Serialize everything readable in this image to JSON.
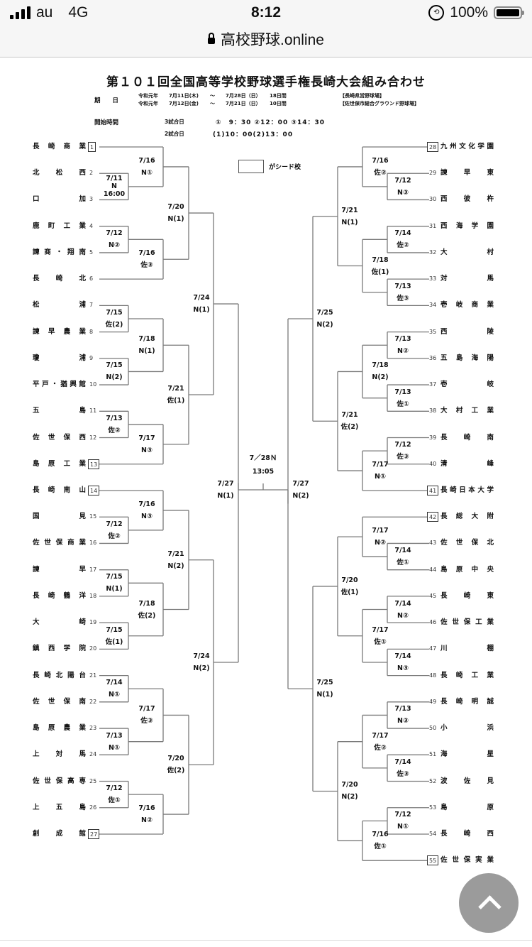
{
  "status_bar": {
    "carrier": "au",
    "network": "4G",
    "time": "8:12",
    "battery": "100%",
    "url": "高校野球.online"
  },
  "document": {
    "title": "第１０１回全国高等学校野球選手権長崎大会組み合わせ",
    "period_label": "期　　日",
    "period_rows": [
      {
        "era": "令和元年",
        "from": "7月11日(木)",
        "sep": "～",
        "to": "7月28日（日）",
        "days": "18日間",
        "venue": "【長崎県営野球場】"
      },
      {
        "era": "令和元年",
        "from": "7月12日(金)",
        "sep": "～",
        "to": "7月21日（日）",
        "days": "10日間",
        "venue": "【佐世保市総合グラウンド野球場】"
      }
    ],
    "start_time_label": "開始時間",
    "start_times": [
      {
        "label": "3試合日",
        "times": "①　9：30 ②12：00 ③14：30"
      },
      {
        "label": "2試合日",
        "times": "(1)10：00(2)13：00"
      }
    ],
    "legend": "がシード校",
    "final": {
      "date": "7／28Ｎ",
      "time": "13:05"
    }
  },
  "teams": [
    {
      "no": "1",
      "name": "長崎商業",
      "seed": true
    },
    {
      "no": "2",
      "name": "北松西",
      "seed": false
    },
    {
      "no": "3",
      "name": "口加",
      "seed": false
    },
    {
      "no": "4",
      "name": "鹿町工業",
      "seed": false
    },
    {
      "no": "5",
      "name": "諫商・翔南",
      "seed": false
    },
    {
      "no": "6",
      "name": "長崎北",
      "seed": false
    },
    {
      "no": "7",
      "name": "松浦",
      "seed": false
    },
    {
      "no": "8",
      "name": "諫早農業",
      "seed": false
    },
    {
      "no": "9",
      "name": "瓊浦",
      "seed": false
    },
    {
      "no": "10",
      "name": "平戸・猶興館",
      "seed": false
    },
    {
      "no": "11",
      "name": "五島",
      "seed": false
    },
    {
      "no": "12",
      "name": "佐世保西",
      "seed": false
    },
    {
      "no": "13",
      "name": "島原工業",
      "seed": true
    },
    {
      "no": "14",
      "name": "長崎南山",
      "seed": true
    },
    {
      "no": "15",
      "name": "国見",
      "seed": false
    },
    {
      "no": "16",
      "name": "佐世保商業",
      "seed": false
    },
    {
      "no": "17",
      "name": "諫早",
      "seed": false
    },
    {
      "no": "18",
      "name": "長崎鶴洋",
      "seed": false
    },
    {
      "no": "19",
      "name": "大崎",
      "seed": false
    },
    {
      "no": "20",
      "name": "鎮西学院",
      "seed": false
    },
    {
      "no": "21",
      "name": "長崎北陽台",
      "seed": false
    },
    {
      "no": "22",
      "name": "佐世保南",
      "seed": false
    },
    {
      "no": "23",
      "name": "島原農業",
      "seed": false
    },
    {
      "no": "24",
      "name": "上対馬",
      "seed": false
    },
    {
      "no": "25",
      "name": "佐世保高専",
      "seed": false
    },
    {
      "no": "26",
      "name": "上五島",
      "seed": false
    },
    {
      "no": "27",
      "name": "創成館",
      "seed": true
    },
    {
      "no": "28",
      "name": "九州文化学園",
      "seed": true
    },
    {
      "no": "29",
      "name": "諫早東",
      "seed": false
    },
    {
      "no": "30",
      "name": "西彼杵",
      "seed": false
    },
    {
      "no": "31",
      "name": "西海学園",
      "seed": false
    },
    {
      "no": "32",
      "name": "大村",
      "seed": false
    },
    {
      "no": "33",
      "name": "対馬",
      "seed": false
    },
    {
      "no": "34",
      "name": "壱岐商業",
      "seed": false
    },
    {
      "no": "35",
      "name": "西陵",
      "seed": false
    },
    {
      "no": "36",
      "name": "五島海陽",
      "seed": false
    },
    {
      "no": "37",
      "name": "壱岐",
      "seed": false
    },
    {
      "no": "38",
      "name": "大村工業",
      "seed": false
    },
    {
      "no": "39",
      "name": "長崎南",
      "seed": false
    },
    {
      "no": "40",
      "name": "清峰",
      "seed": false
    },
    {
      "no": "41",
      "name": "長崎日本大学",
      "seed": true
    },
    {
      "no": "42",
      "name": "長総大附",
      "seed": true
    },
    {
      "no": "43",
      "name": "佐世保北",
      "seed": false
    },
    {
      "no": "44",
      "name": "島原中央",
      "seed": false
    },
    {
      "no": "45",
      "name": "長崎東",
      "seed": false
    },
    {
      "no": "46",
      "name": "佐世保工業",
      "seed": false
    },
    {
      "no": "47",
      "name": "川棚",
      "seed": false
    },
    {
      "no": "48",
      "name": "長崎工業",
      "seed": false
    },
    {
      "no": "49",
      "name": "長崎明誠",
      "seed": false
    },
    {
      "no": "50",
      "name": "小浜",
      "seed": false
    },
    {
      "no": "51",
      "name": "海星",
      "seed": false
    },
    {
      "no": "52",
      "name": "波佐見",
      "seed": false
    },
    {
      "no": "53",
      "name": "島原",
      "seed": false
    },
    {
      "no": "54",
      "name": "長崎西",
      "seed": false
    },
    {
      "no": "55",
      "name": "佐世保実業",
      "seed": true
    }
  ],
  "matches": {
    "L_r1_2_3": "7/11\nN\n16:00",
    "L_r1_4_5": "7/12\nN②",
    "L_r1_7_8": "7/15\n佐(2)",
    "L_r1_9_10": "7/15\nN(2)",
    "L_r1_11_12": "7/13\n佐②",
    "L_r1_15_16": "7/12\n佐②",
    "L_r1_17_18": "7/15\nN(1)",
    "L_r1_19_20": "7/15\n佐(1)",
    "L_r1_21_22": "7/14\nN①",
    "L_r1_23_24": "7/13\nN①",
    "L_r1_25_26": "7/12\n佐①",
    "L_r2_a": "7/16\nN①",
    "L_r2_b": "7/16\n佐③",
    "L_r2_c": "7/18\nN(1)",
    "L_r2_d": "7/17\nN③",
    "L_r2_e": "7/16\nN③",
    "L_r2_f": "7/18\n佐(2)",
    "L_r2_g": "7/17\n佐③",
    "L_r2_h": "7/16\nN②",
    "L_r3_a": "7/20\nN(1)",
    "L_r3_b": "7/21\n佐(1)",
    "L_r3_c": "7/21\nN(2)",
    "L_r3_d": "7/20\n佐(2)",
    "L_r4_a": "7/24\nN(1)",
    "L_r4_b": "7/24\nN(2)",
    "L_r5": "7/27\nN(1)",
    "R_r1_29_30": "7/12\nN③",
    "R_r1_31_32": "7/14\n佐②",
    "R_r1_33_34": "7/13\n佐③",
    "R_r1_35_36": "7/13\nN②",
    "R_r1_37_38": "7/13\n佐①",
    "R_r1_39_40": "7/12\n佐③",
    "R_r1_43_44": "7/14\n佐①",
    "R_r1_45_46": "7/14\nN②",
    "R_r1_47_48": "7/14\nN③",
    "R_r1_49_50": "7/13\nN③",
    "R_r1_51_52": "7/14\n佐③",
    "R_r1_53_54": "7/12\nN①",
    "R_r2_a": "7/16\n佐②",
    "R_r2_b": "7/18\n佐(1)",
    "R_r2_c": "7/18\nN(2)",
    "R_r2_d": "7/17\nN①",
    "R_r2_e": "7/17\nN②",
    "R_r2_f": "7/17\n佐①",
    "R_r2_g": "7/17\n佐②",
    "R_r2_h": "7/16\n佐①",
    "R_r3_a": "7/21\nN(1)",
    "R_r3_b": "7/21\n佐(2)",
    "R_r3_c": "7/20\n佐(1)",
    "R_r3_d": "7/20\nN(2)",
    "R_r4_a": "7/25\nN(2)",
    "R_r4_b": "7/25\nN(1)",
    "R_r5": "7/27\nN(2)"
  },
  "scroll_top_button": {
    "icon": "chevron-up-icon"
  }
}
